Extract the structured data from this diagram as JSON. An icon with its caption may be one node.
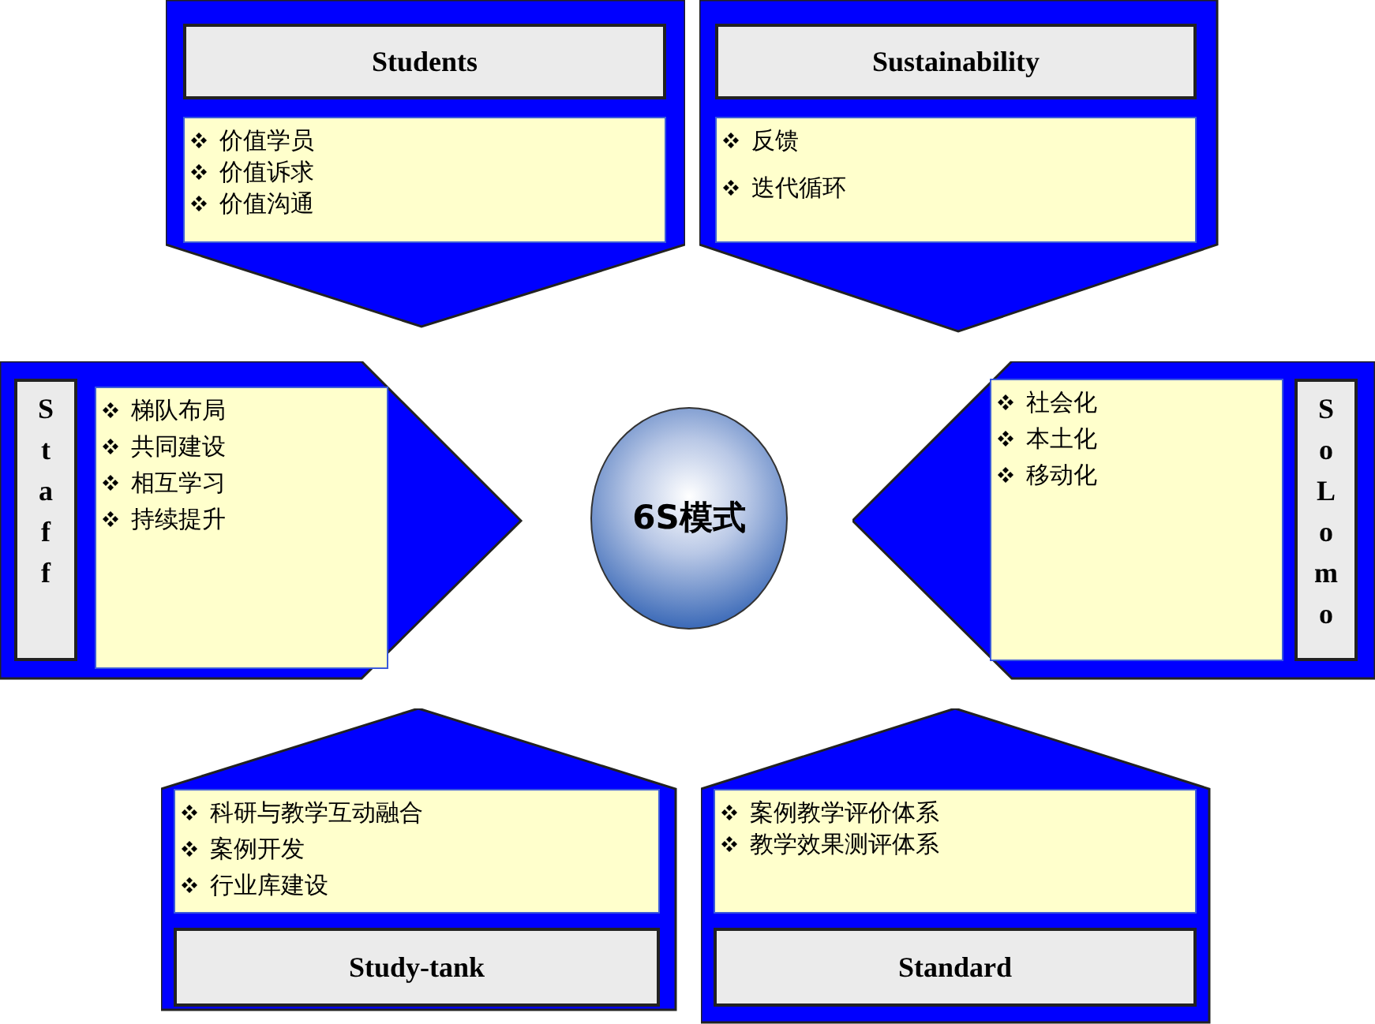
{
  "diagram": {
    "nodes": [
      {
        "text": [],
        "shape": "pentagon"
      },
      {
        "text": [
          "Students"
        ],
        "in": 0
      },
      {
        "text": [
          "价值学员",
          "价值诉求",
          "价值沟通"
        ],
        "in": 0
      },
      {
        "text": [],
        "shape": "pentagon"
      },
      {
        "text": [
          "Sustainability"
        ],
        "in": 3
      },
      {
        "text": [
          "反馈",
          "迭代循环"
        ],
        "in": 3
      },
      {
        "text": [],
        "shape": "pentagon"
      },
      {
        "text": [
          "Staff"
        ],
        "in": 6
      },
      {
        "text": [
          "梯队布局",
          "共同建设",
          "相互学习",
          "持续提升"
        ],
        "in": 6
      },
      {
        "text": [
          "6S模式"
        ]
      },
      {
        "text": [],
        "shape": "pentagon"
      },
      {
        "text": [
          "社会化",
          "本土化",
          "移动化"
        ],
        "in": 10
      },
      {
        "text": [
          "SoLomo"
        ],
        "in": 10
      },
      {
        "text": [],
        "shape": "pentagon"
      },
      {
        "text": [
          "科研与教学互动融合",
          "案例开发",
          "行业库建设"
        ],
        "in": 13
      },
      {
        "text": [
          "Study-tank"
        ],
        "in": 13
      },
      {
        "text": [],
        "shape": "pentagon"
      },
      {
        "text": [
          "案例教学评价体系",
          "教学效果测评体系"
        ],
        "in": 16
      },
      {
        "text": [
          "Standard"
        ],
        "in": 16
      }
    ]
  }
}
